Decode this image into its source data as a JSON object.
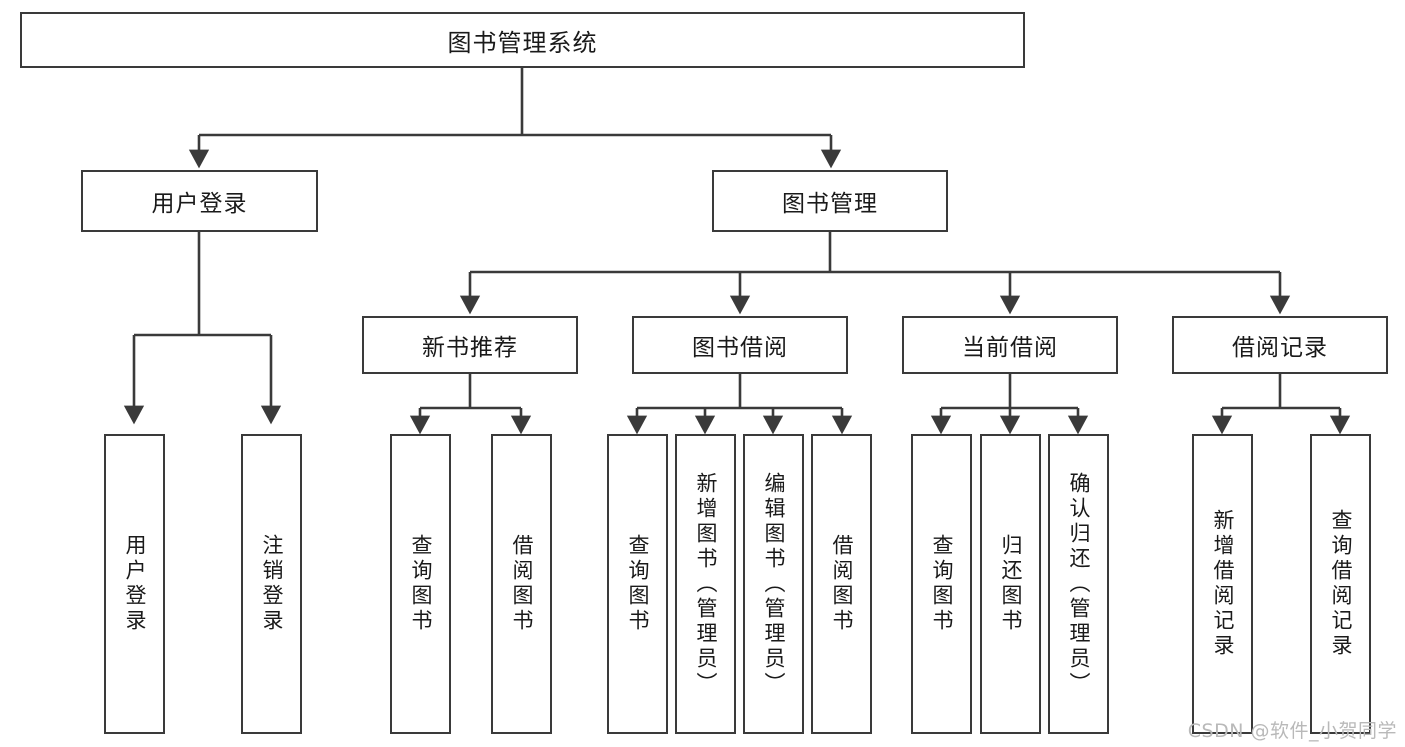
{
  "diagram": {
    "title": "图书管理系统",
    "watermark": "CSDN @软件_小贺同学",
    "colors": {
      "border": "#3a3a3a",
      "background": "#ffffff",
      "text": "#1a1a1a",
      "watermark": "#b9b9b9"
    },
    "root": {
      "label": "图书管理系统"
    },
    "level2": [
      {
        "label": "用户登录"
      },
      {
        "label": "图书管理"
      }
    ],
    "level3": [
      {
        "label": "新书推荐"
      },
      {
        "label": "图书借阅"
      },
      {
        "label": "当前借阅"
      },
      {
        "label": "借阅记录"
      }
    ],
    "leaves": [
      {
        "label": "用户登录"
      },
      {
        "label": "注销登录"
      },
      {
        "label": "查询图书"
      },
      {
        "label": "借阅图书"
      },
      {
        "label": "查询图书"
      },
      {
        "label": "新增图书（管理员）"
      },
      {
        "label": "编辑图书（管理员）"
      },
      {
        "label": "借阅图书"
      },
      {
        "label": "查询图书"
      },
      {
        "label": "归还图书"
      },
      {
        "label": "确认归还（管理员）"
      },
      {
        "label": "新增借阅记录"
      },
      {
        "label": "查询借阅记录"
      }
    ]
  },
  "chart_data": {
    "type": "diagram",
    "subtype": "tree-hierarchy",
    "title": "图书管理系统",
    "orientation": "top-down",
    "nodes": [
      {
        "id": "root",
        "label": "图书管理系统",
        "level": 1,
        "parent": null
      },
      {
        "id": "n_login",
        "label": "用户登录",
        "level": 2,
        "parent": "root"
      },
      {
        "id": "n_book",
        "label": "图书管理",
        "level": 2,
        "parent": "root"
      },
      {
        "id": "n_newrec",
        "label": "新书推荐",
        "level": 3,
        "parent": "n_book"
      },
      {
        "id": "n_borrow",
        "label": "图书借阅",
        "level": 3,
        "parent": "n_book"
      },
      {
        "id": "n_current",
        "label": "当前借阅",
        "level": 3,
        "parent": "n_book"
      },
      {
        "id": "n_record",
        "label": "借阅记录",
        "level": 3,
        "parent": "n_book"
      },
      {
        "id": "l_userlogin",
        "label": "用户登录",
        "level": 3,
        "parent": "n_login"
      },
      {
        "id": "l_logout",
        "label": "注销登录",
        "level": 3,
        "parent": "n_login"
      },
      {
        "id": "l_q1",
        "label": "查询图书",
        "level": 4,
        "parent": "n_newrec"
      },
      {
        "id": "l_b1",
        "label": "借阅图书",
        "level": 4,
        "parent": "n_newrec"
      },
      {
        "id": "l_q2",
        "label": "查询图书",
        "level": 4,
        "parent": "n_borrow"
      },
      {
        "id": "l_add",
        "label": "新增图书（管理员）",
        "level": 4,
        "parent": "n_borrow"
      },
      {
        "id": "l_edit",
        "label": "编辑图书（管理员）",
        "level": 4,
        "parent": "n_borrow"
      },
      {
        "id": "l_b2",
        "label": "借阅图书",
        "level": 4,
        "parent": "n_borrow"
      },
      {
        "id": "l_q3",
        "label": "查询图书",
        "level": 4,
        "parent": "n_current"
      },
      {
        "id": "l_return",
        "label": "归还图书",
        "level": 4,
        "parent": "n_current"
      },
      {
        "id": "l_confirm",
        "label": "确认归还（管理员）",
        "level": 4,
        "parent": "n_current"
      },
      {
        "id": "l_addrec",
        "label": "新增借阅记录",
        "level": 4,
        "parent": "n_record"
      },
      {
        "id": "l_qrec",
        "label": "查询借阅记录",
        "level": 4,
        "parent": "n_record"
      }
    ],
    "edges": [
      {
        "from": "root",
        "to": "n_login"
      },
      {
        "from": "root",
        "to": "n_book"
      },
      {
        "from": "n_login",
        "to": "l_userlogin"
      },
      {
        "from": "n_login",
        "to": "l_logout"
      },
      {
        "from": "n_book",
        "to": "n_newrec"
      },
      {
        "from": "n_book",
        "to": "n_borrow"
      },
      {
        "from": "n_book",
        "to": "n_current"
      },
      {
        "from": "n_book",
        "to": "n_record"
      },
      {
        "from": "n_newrec",
        "to": "l_q1"
      },
      {
        "from": "n_newrec",
        "to": "l_b1"
      },
      {
        "from": "n_borrow",
        "to": "l_q2"
      },
      {
        "from": "n_borrow",
        "to": "l_add"
      },
      {
        "from": "n_borrow",
        "to": "l_edit"
      },
      {
        "from": "n_borrow",
        "to": "l_b2"
      },
      {
        "from": "n_current",
        "to": "l_q3"
      },
      {
        "from": "n_current",
        "to": "l_return"
      },
      {
        "from": "n_current",
        "to": "l_confirm"
      },
      {
        "from": "n_record",
        "to": "l_addrec"
      },
      {
        "from": "n_record",
        "to": "l_qrec"
      }
    ]
  }
}
